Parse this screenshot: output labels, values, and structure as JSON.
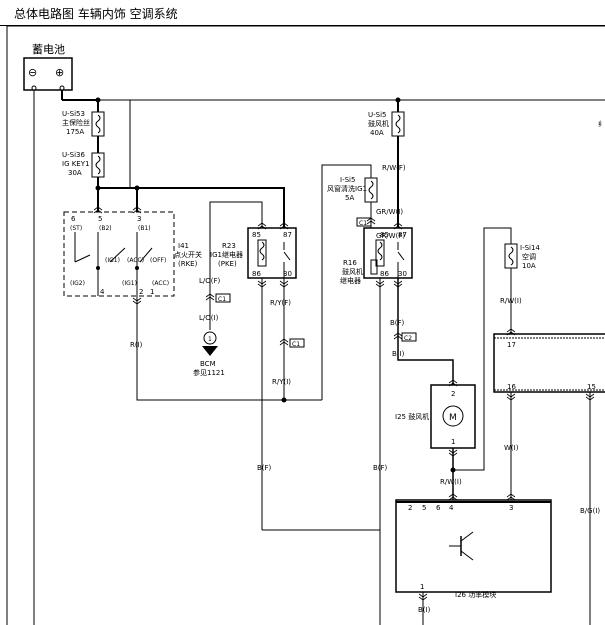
{
  "title": "总体电路图  车辆内饰  空调系统",
  "battery": {
    "label": "蓄电池",
    "neg": "⊖",
    "pos": "⊕"
  },
  "fuses": {
    "main": [
      "U-Si53",
      "主保险丝",
      "175A"
    ],
    "igkey": [
      "U-Si36",
      "IG KEY1",
      "30A"
    ],
    "blower": [
      "U-Si5",
      "鼓风机",
      "40A"
    ],
    "fan_ig": [
      "I-Si5",
      "风窗清洗IG1",
      "5A"
    ],
    "ac": [
      "I-Si14",
      "空调",
      "10A"
    ]
  },
  "ignition": {
    "pins_top": [
      "6",
      "5",
      "3"
    ],
    "pins_top_labels": [
      "(ST)",
      "(B2)",
      "(B1)"
    ],
    "pins_bottom": [
      "4",
      "2",
      "1"
    ],
    "pins_bottom_labels": [
      "(IG2)",
      "(IG1)",
      "(ACC)"
    ],
    "positions": [
      "(IG1)",
      "(ACC)",
      "(OFF)"
    ],
    "label": [
      "I41",
      "点火开关",
      "(RKE)"
    ]
  },
  "relay1": {
    "label": [
      "R23",
      "IG1继电器",
      "(PKE)"
    ],
    "pins": [
      "85",
      "87",
      "86",
      "30"
    ]
  },
  "relay2": {
    "label": [
      "R16",
      "鼓风机",
      "继电器"
    ],
    "pins": [
      "85",
      "87",
      "86",
      "30"
    ]
  },
  "wires": {
    "rw_f": "R/W(F)",
    "gr_w_i_1": "GR/W(I)",
    "gr_w_f": "GR/W(F)",
    "l_o_f": "L/O(F)",
    "l_o_i": "L/O(I)",
    "r_y_f": "R/Y(F)",
    "r_y_i": "R/Y(I)",
    "r_i": "R(I)",
    "b_f_1": "B(F)",
    "b_f_2": "B(F)",
    "b_f_3": "B(F)",
    "b_i_1": "B(I)",
    "b_i_2": "B(I)",
    "rw_i_1": "R/W(I)",
    "rw_i_2": "R/W(I)",
    "w_i": "W(I)",
    "bg_i": "B/G(I)"
  },
  "connectors": [
    "C1",
    "C1",
    "C1",
    "C2"
  ],
  "bcm": [
    "BCM",
    "参见1121"
  ],
  "motor": {
    "label": "I25 鼓风机",
    "symbol": "M",
    "pins": [
      "2",
      "1"
    ]
  },
  "module": {
    "label": "I26 功率模块",
    "pins_top": [
      "2",
      "5",
      "6",
      "4",
      "3"
    ],
    "pin_bottom": "1"
  },
  "ac_box": {
    "pins": [
      "17",
      "16",
      "15"
    ]
  },
  "cut_label": "纟",
  "bcm_pin": "1"
}
